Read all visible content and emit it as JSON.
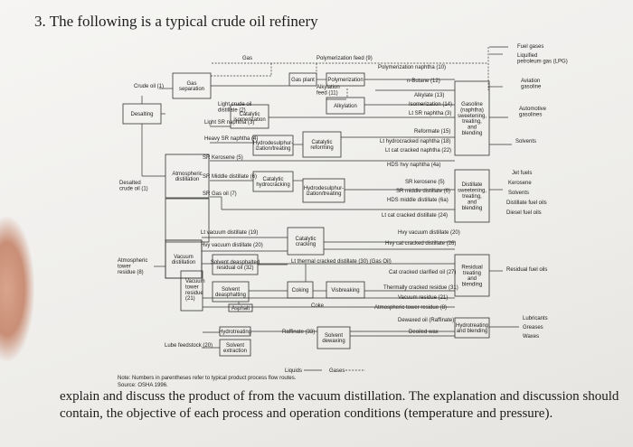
{
  "heading": "3. The following is a typical crude oil refinery",
  "question": "explain and discuss the product of from the vacuum distillation. The explanation and discussion should contain, the objective of each process and operation conditions (temperature and pressure).",
  "diagram": {
    "units": [
      {
        "id": "gas-separation",
        "lines": [
          "Gas",
          "separation"
        ]
      },
      {
        "id": "desalting",
        "lines": [
          "Desalting"
        ]
      },
      {
        "id": "atmospheric-distillation",
        "lines": [
          "Atmospheric",
          "distillation"
        ]
      },
      {
        "id": "catalytic-isomerization",
        "lines": [
          "Catalytic",
          "isomerization"
        ]
      },
      {
        "id": "hydrodesulphurization",
        "lines": [
          "Hydrodesulphur-",
          "ization/treating"
        ]
      },
      {
        "id": "catalytic-hydrocracking",
        "lines": [
          "Catalytic",
          "hydrocracking"
        ]
      },
      {
        "id": "hydrodesulphurization-2",
        "lines": [
          "Hydrodesulphur-",
          "ization/treating"
        ]
      },
      {
        "id": "gas-plant",
        "lines": [
          "Gas plant"
        ]
      },
      {
        "id": "polymerization",
        "lines": [
          "Polymerization"
        ]
      },
      {
        "id": "alkylation",
        "lines": [
          "Alkylation"
        ]
      },
      {
        "id": "catalytic-reforming",
        "lines": [
          "Catalytic",
          "reforming"
        ]
      },
      {
        "id": "gasoline-blending",
        "lines": [
          "Gasoline",
          "(naphtha)",
          "sweetening,",
          "treating,",
          "and",
          "blending"
        ]
      },
      {
        "id": "distillate-blending",
        "lines": [
          "Distillate",
          "sweetening,",
          "treating,",
          "and",
          "blending"
        ]
      },
      {
        "id": "vacuum-distillation",
        "lines": [
          "Vacuum",
          "distillation"
        ]
      },
      {
        "id": "catalytic-cracking",
        "lines": [
          "Catalytic",
          "cracking"
        ]
      },
      {
        "id": "solvent-deasphalting",
        "lines": [
          "Solvent deasphalted",
          "residual oil (32)"
        ]
      },
      {
        "id": "solvent-deasphalting-2",
        "lines": [
          "Solvent",
          "deasphalting"
        ]
      },
      {
        "id": "asphalt",
        "lines": [
          "Asphalt"
        ]
      },
      {
        "id": "coking",
        "lines": [
          "Coking"
        ]
      },
      {
        "id": "visbreaking",
        "lines": [
          "Visbreaking"
        ]
      },
      {
        "id": "residual-blending",
        "lines": [
          "Residual",
          "treating",
          "and",
          "blending"
        ]
      },
      {
        "id": "hydrotreating",
        "lines": [
          "Hydrotreating"
        ]
      },
      {
        "id": "solvent-extraction",
        "lines": [
          "Solvent",
          "extraction"
        ]
      },
      {
        "id": "solvent-dewaxing",
        "lines": [
          "Solvent",
          "dewaxing"
        ]
      },
      {
        "id": "lube-blending",
        "lines": [
          "Hydrotreating",
          "and blending"
        ]
      }
    ],
    "streams": [
      {
        "id": "gas-top",
        "text": "Gas"
      },
      {
        "id": "crude-oil",
        "text": "Crude oil (1)"
      },
      {
        "id": "desalted-crude",
        "text": "Desalted\ncrude oil (1)"
      },
      {
        "id": "light-crude-distillate",
        "text": "Light crude oil\ndistillate (2)"
      },
      {
        "id": "light-sr-naphtha",
        "text": "Light SR naphtha (3)"
      },
      {
        "id": "heavy-sr-naphtha",
        "text": "Heavy SR naphtha (4)"
      },
      {
        "id": "sr-kerosene",
        "text": "SR Kerosene (5)"
      },
      {
        "id": "sr-middle-distillate",
        "text": "SR Middle distillate (6)"
      },
      {
        "id": "sr-gas-oil",
        "text": "SR Gas oil (7)"
      },
      {
        "id": "atm-tower-residue",
        "text": "Atmospheric\ntower\nresidue (8)"
      },
      {
        "id": "poly-feed",
        "text": "Polymerization feed (9)"
      },
      {
        "id": "poly-naphtha",
        "text": "Polymerization naphtha (10)"
      },
      {
        "id": "n-butane",
        "text": "n-Butane (12)"
      },
      {
        "id": "alkylation-feed",
        "text": "Alkylation\nfeed (11)"
      },
      {
        "id": "alkylate",
        "text": "Alkylate (13)"
      },
      {
        "id": "isomerization-naphtha",
        "text": "Isomerization (14)"
      },
      {
        "id": "lt-sr-naphtha",
        "text": "Lt SR naphtha (3)"
      },
      {
        "id": "reformate",
        "text": "Reformate (15)"
      },
      {
        "id": "hydrocracked-naphtha",
        "text": "Lt hydrocracked naphtha (18)"
      },
      {
        "id": "cat-cracked-naphtha",
        "text": "Lt cat cracked naphtha (22)"
      },
      {
        "id": "hds-heavy-naphtha",
        "text": "HDS hvy naphtha (4a)"
      },
      {
        "id": "sr-kerosene-2",
        "text": "SR kerosene (5)"
      },
      {
        "id": "sr-middle-distillate-2",
        "text": "SR middle distillate (6)"
      },
      {
        "id": "hds-middle-distillate",
        "text": "HDS middle distillate (6a)"
      },
      {
        "id": "lt-cat-cracked-distillate",
        "text": "Lt cat cracked distillate (24)"
      },
      {
        "id": "lt-vacuum-distillate",
        "text": "Lt vacuum distillate (19)"
      },
      {
        "id": "hvy-vacuum-distillate",
        "text": "Hvy vacuum distillate (20)"
      },
      {
        "id": "hvy-vacuum-distillate-2",
        "text": "Hvy vacuum distillate (20)"
      },
      {
        "id": "hvy-cat-cracked-distillate",
        "text": "Hvy cat cracked distillate (26)"
      },
      {
        "id": "thermal-cracked",
        "text": "Lt thermal cracked distillate (30) (Gas Oil)"
      },
      {
        "id": "cat-clarified-oil",
        "text": "Cat cracked clarified oil (27)"
      },
      {
        "id": "thermal-cracked-residue",
        "text": "Thermally cracked residue (31)"
      },
      {
        "id": "vacuum-residue",
        "text": "Vacuum residue (21)"
      },
      {
        "id": "atm-tower-residue-2",
        "text": "Atmospheric tower residue (8)"
      },
      {
        "id": "vacuum-tower-residue",
        "text": "Vacuum\ntower\nresidue\n(21)"
      },
      {
        "id": "coke",
        "text": "Coke"
      },
      {
        "id": "raffinate",
        "text": "Raffinate (33)"
      },
      {
        "id": "dewaxed-oil",
        "text": "Dewaxed oil (Raffinate)"
      },
      {
        "id": "deoiled-wax",
        "text": "Deoiled wax"
      },
      {
        "id": "lube-feedstock",
        "text": "Lube feedstock (20)"
      }
    ],
    "products": [
      {
        "id": "fuel-gases",
        "text": "Fuel gases"
      },
      {
        "id": "lpg",
        "text": "Liquified\npetroleum gas (LPG)"
      },
      {
        "id": "aviation-gasoline",
        "text": "Aviation\ngasoline"
      },
      {
        "id": "automotive-gasolines",
        "text": "Automotive\ngasolines"
      },
      {
        "id": "solvents",
        "text": "Solvents"
      },
      {
        "id": "jet-fuels",
        "text": "Jet fuels"
      },
      {
        "id": "kerosene",
        "text": "Kerosene"
      },
      {
        "id": "solvents-2",
        "text": "Solvents"
      },
      {
        "id": "distillate-fuel-oils",
        "text": "Distillate fuel oils"
      },
      {
        "id": "diesel-fuel-oils",
        "text": "Diesel fuel oils"
      },
      {
        "id": "residual-fuel-oils",
        "text": "Residual fuel oils"
      },
      {
        "id": "lubricants",
        "text": "Lubricants"
      },
      {
        "id": "greases",
        "text": "Greases"
      },
      {
        "id": "waxes",
        "text": "Waxes"
      }
    ],
    "legend": {
      "liquids": "Liquids",
      "gases": "Gases"
    },
    "note": "Note: Numbers in parentheses refer to typical product process flow routes.",
    "source": "Source: OSHA 1996."
  }
}
